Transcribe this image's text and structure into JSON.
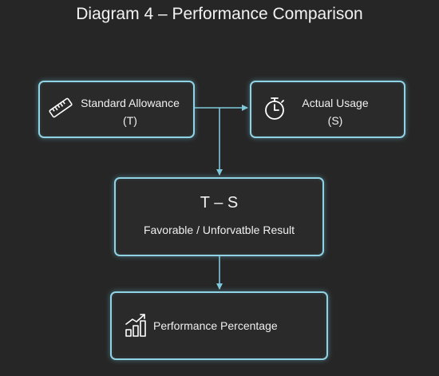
{
  "title": "Diagram 4 – Performance Comparison",
  "nodes": {
    "standard": {
      "line1": "Standard Allowance",
      "line2": "(T)",
      "icon": "ruler-icon"
    },
    "actual": {
      "line1": "Actual Usage",
      "line2": "(S)",
      "icon": "stopwatch-icon"
    },
    "difference": {
      "line1": "T – S",
      "line2": "Favorable / Unforvatble Result"
    },
    "performance": {
      "label": "Performance Percentage",
      "icon": "bar-chart-growth-icon"
    }
  },
  "colors": {
    "background": "#262626",
    "border": "#8fd3e4",
    "arrow": "#7ec8dc"
  }
}
